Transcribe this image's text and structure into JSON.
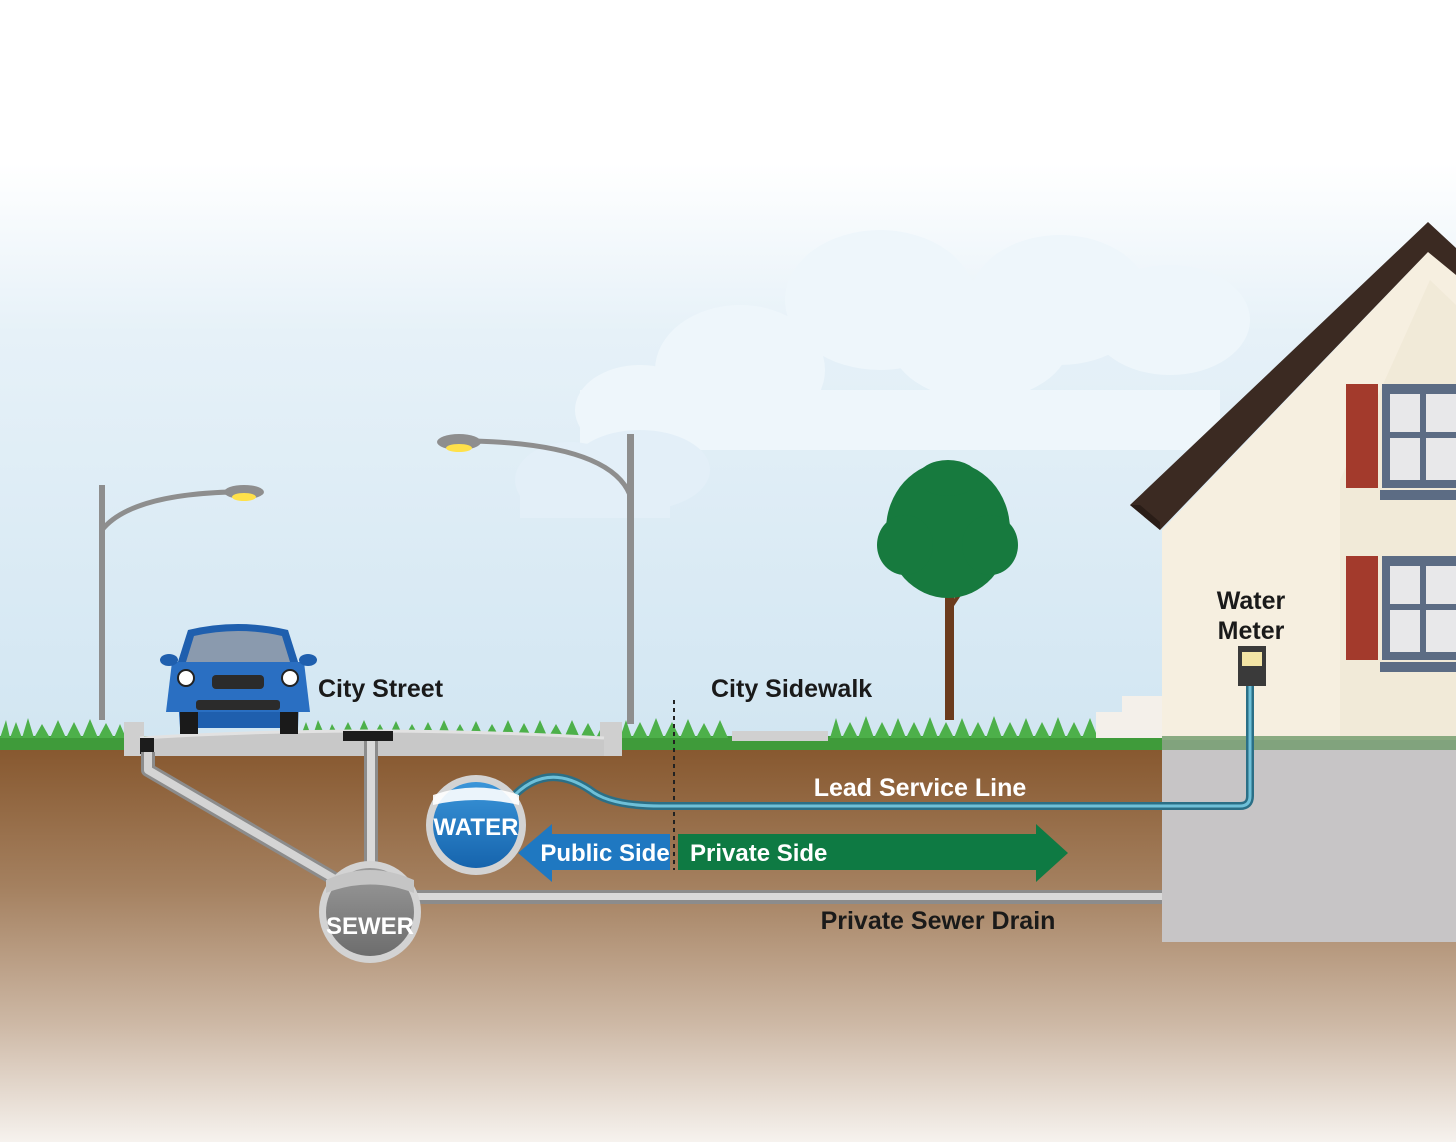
{
  "labels": {
    "city_street": "City Street",
    "city_sidewalk": "City Sidewalk",
    "water_meter_line1": "Water",
    "water_meter_line2": "Meter",
    "lead_service_line": "Lead Service Line",
    "public_side": "Public Side",
    "private_side": "Private Side",
    "private_sewer_drain": "Private Sewer Drain",
    "water_main": "WATER",
    "sewer_main": "SEWER"
  },
  "colors": {
    "sky_top": "#ffffff",
    "sky_bottom": "#dcebf5",
    "grass": "#3f9b3a",
    "soil_top": "#8a5a33",
    "soil_bottom": "#f4efea",
    "water_blue": "#1f78c1",
    "private_green": "#0e7a43",
    "pipe_grey": "#c9c9c9",
    "house_wall": "#f6efe0",
    "roof": "#3b2a22",
    "shutter": "#a33a2c"
  }
}
